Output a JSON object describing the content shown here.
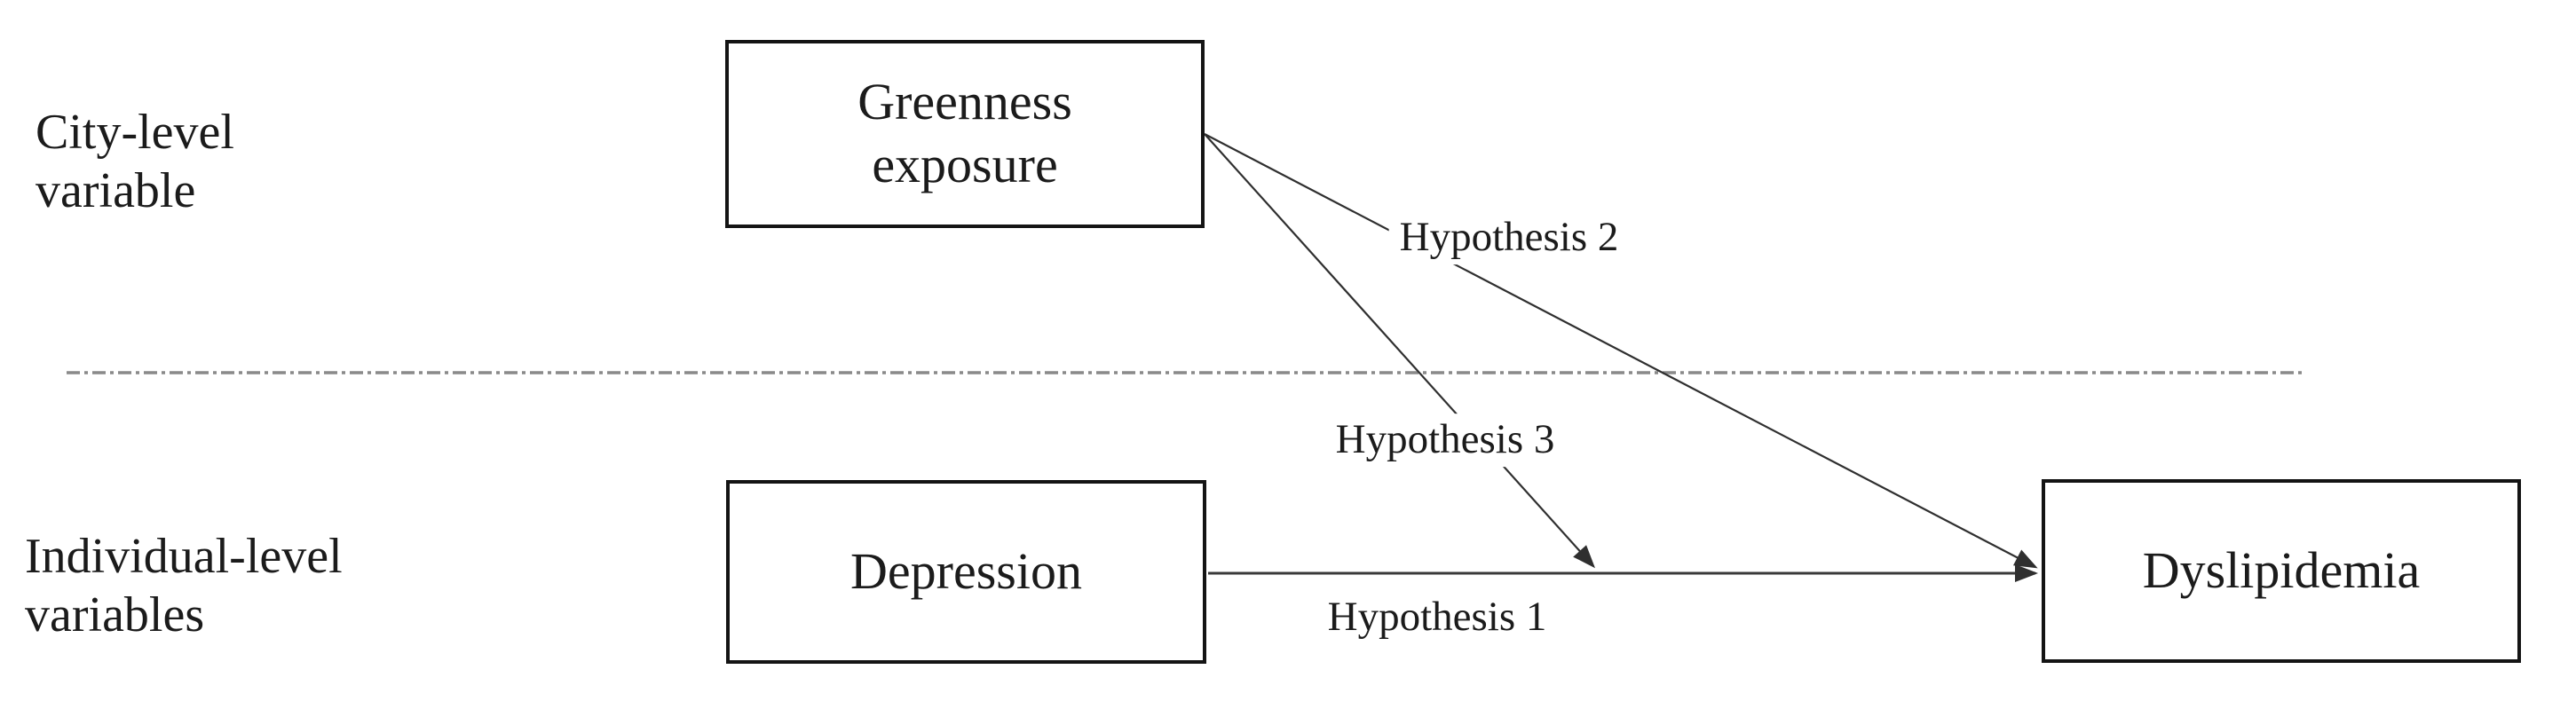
{
  "figure": {
    "background": "#ffffff",
    "row_labels": {
      "city": {
        "line1": "City-level",
        "line2": "variable"
      },
      "individual": {
        "line1": "Individual-level",
        "line2": "variables"
      }
    },
    "nodes": {
      "greenness": {
        "line1": "Greenness",
        "line2": "exposure"
      },
      "depression": {
        "label": "Depression"
      },
      "dyslipidemia": {
        "label": "Dyslipidemia"
      }
    },
    "edges": {
      "h1": {
        "label": "Hypothesis 1",
        "from": "Depression",
        "to": "Dyslipidemia",
        "style": "solid-arrow"
      },
      "h2": {
        "label": "Hypothesis 2",
        "from": "Greenness exposure",
        "to": "Dyslipidemia",
        "style": "solid-arrow"
      },
      "h3": {
        "label": "Hypothesis 3",
        "from": "Greenness exposure",
        "to": "Depression-Dyslipidemia path",
        "style": "solid-arrow"
      }
    },
    "divider": {
      "style": "dash-dot",
      "color": "#8a8a8a"
    },
    "colors": {
      "box_border": "#141414",
      "line": "#2f2f2f",
      "text": "#1b1b1b"
    }
  }
}
